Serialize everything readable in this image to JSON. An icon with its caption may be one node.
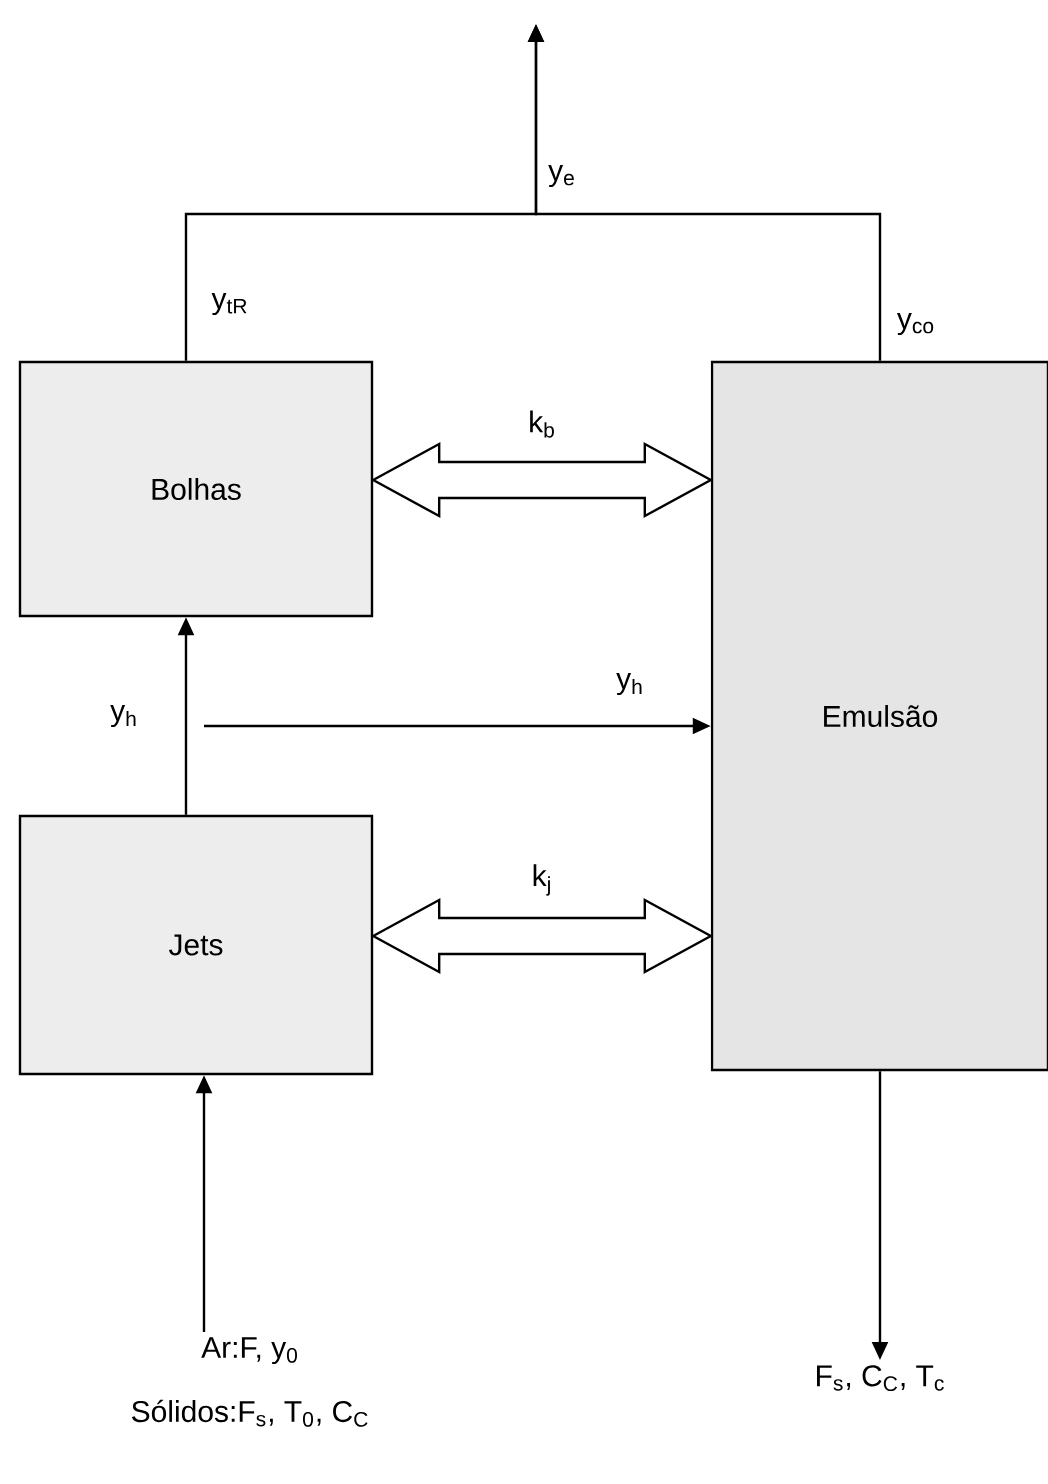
{
  "diagram": {
    "nodes": [
      {
        "text": [
          "Bolhas"
        ]
      },
      {
        "text": [
          "Emulsão"
        ]
      },
      {
        "text": [
          "Jets"
        ]
      },
      {
        "text": [
          "Ar:F, y$_{0}$",
          "Sólidos:F$_{s}$, T$_{0}$, C$_{C}$"
        ]
      },
      {
        "text": [
          "F$_{s}$, C$_{C}$, T$_{c}$"
        ]
      }
    ],
    "edges": [
      {
        "from": 0,
        "to": null,
        "arrow": "to",
        "label": "y$_{tR}$"
      },
      {
        "from": 1,
        "to": null,
        "arrow": "to",
        "label": "y$_{co}$"
      },
      {
        "from": 0,
        "to": 1,
        "arrow": "both",
        "label": "k$_{b}$"
      },
      {
        "from": 2,
        "to": 0,
        "arrow": "to",
        "label": "y$_{h}$"
      },
      {
        "from": 2,
        "to": 1,
        "arrow": "to",
        "label": "y$_{h}$"
      },
      {
        "from": 2,
        "to": 1,
        "arrow": "both",
        "label": "k$_{j}$"
      },
      {
        "from": 3,
        "to": 2,
        "arrow": "to"
      },
      {
        "from": 1,
        "to": 4,
        "arrow": "to"
      }
    ],
    "labels": [
      "y$_{e}$"
    ]
  }
}
